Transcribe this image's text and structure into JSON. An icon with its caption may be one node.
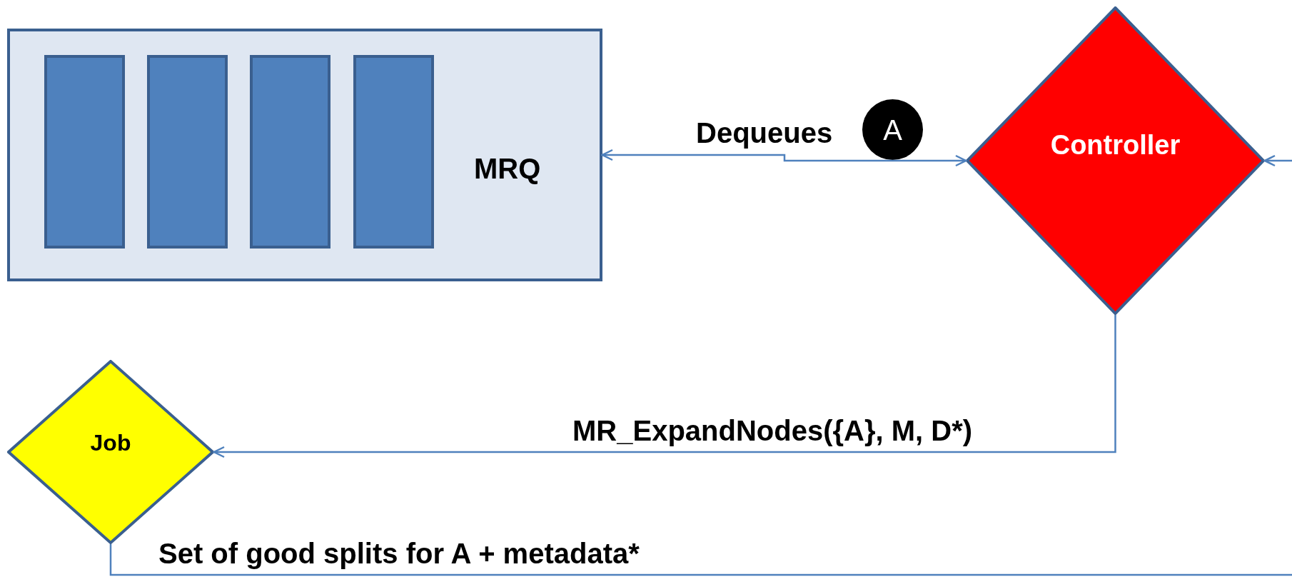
{
  "diagram": {
    "nodes": [
      {
        "text": [
          "MRQ"
        ]
      },
      {
        "text": [],
        "shape": "bar",
        "in": 0
      },
      {
        "text": [],
        "shape": "bar",
        "in": 0
      },
      {
        "text": [],
        "shape": "bar",
        "in": 0
      },
      {
        "text": [],
        "shape": "bar",
        "in": 0
      },
      {
        "text": [
          "Controller"
        ]
      },
      {
        "text": [
          "A"
        ]
      },
      {
        "text": [
          "Job"
        ]
      }
    ],
    "edges": [
      {
        "from": 5,
        "to": 0,
        "arrow": "both",
        "label": "Dequeues"
      },
      {
        "from": null,
        "to": 5,
        "arrow": "to"
      },
      {
        "from": 5,
        "to": 7,
        "arrow": "to",
        "label": "MR_ExpandNodes({A}, M, D*)"
      },
      {
        "from": 7,
        "to": null,
        "arrow": "none",
        "label": "Set of good splits for A + metadata*"
      }
    ]
  }
}
